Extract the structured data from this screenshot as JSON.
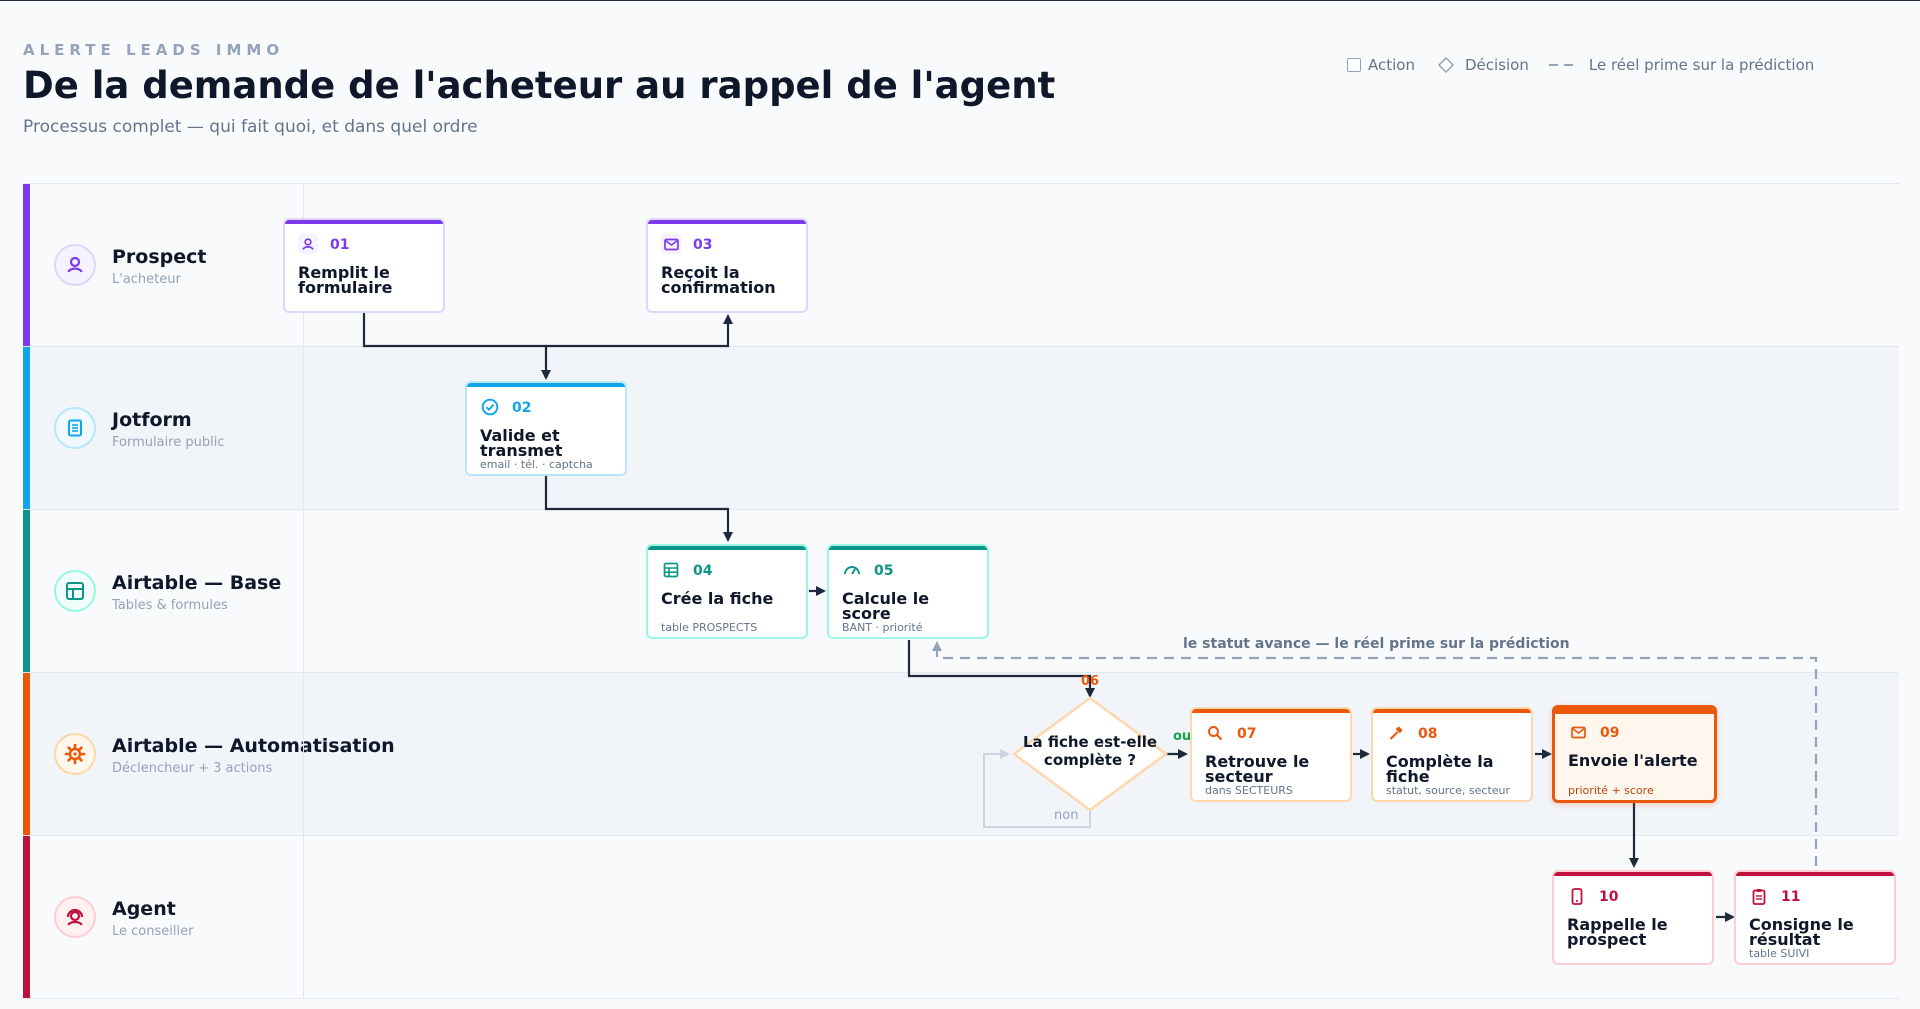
{
  "header": {
    "eyebrow": "ALERTE LEADS IMMO",
    "title": "De la demande de l'acheteur au rappel de l'agent",
    "subtitle": "Processus complet — qui fait quoi, et dans quel ordre"
  },
  "legend": {
    "action": "Action",
    "decision": "Décision",
    "dashed": "Le réel prime sur la prédiction"
  },
  "lanes": [
    {
      "name": "Prospect",
      "desc": "L'acheteur",
      "color": "#7c3aed",
      "icon": "user-icon"
    },
    {
      "name": "Jotform",
      "desc": "Formulaire public",
      "color": "#0ea5e9",
      "icon": "form-icon"
    },
    {
      "name": "Airtable — Base",
      "desc": "Tables & formules",
      "color": "#0d9488",
      "icon": "table-icon"
    },
    {
      "name": "Airtable — Automatisation",
      "desc": "Déclencheur + 3 actions",
      "color": "#ea580c",
      "icon": "gear-icon"
    },
    {
      "name": "Agent",
      "desc": "Le conseiller",
      "color": "#be123c",
      "icon": "agent-icon"
    }
  ],
  "steps": [
    {
      "num": "01",
      "title": "Remplit le formulaire",
      "sub": "",
      "icon": "user-icon"
    },
    {
      "num": "02",
      "title": "Valide et transmet",
      "sub": "email · tél. · captcha",
      "icon": "check-circle-icon"
    },
    {
      "num": "03",
      "title": "Reçoit la confirmation",
      "sub": "",
      "icon": "mail-icon"
    },
    {
      "num": "04",
      "title": "Crée la fiche",
      "sub": "table PROSPECTS",
      "icon": "table-icon"
    },
    {
      "num": "05",
      "title": "Calcule le score",
      "sub": "BANT · priorité",
      "icon": "gauge-icon"
    },
    {
      "num": "07",
      "title": "Retrouve le secteur",
      "sub": "dans SECTEURS",
      "icon": "search-icon"
    },
    {
      "num": "08",
      "title": "Complète la fiche",
      "sub": "statut, source, secteur",
      "icon": "hammer-icon"
    },
    {
      "num": "09",
      "title": "Envoie l'alerte",
      "sub": "priorité + score",
      "icon": "mail-icon"
    },
    {
      "num": "10",
      "title": "Rappelle le prospect",
      "sub": "",
      "icon": "phone-icon"
    },
    {
      "num": "11",
      "title": "Consigne le résultat",
      "sub": "table SUIVI",
      "icon": "clipboard-icon"
    }
  ],
  "decision": {
    "num": "06",
    "text": "La fiche est-elle complète ?",
    "yes": "oui",
    "no": "non"
  },
  "feedback_label": "le statut avance — le réel prime sur la prédiction",
  "colors": {
    "prospect": "#7c3aed",
    "jotform": "#0ea5e9",
    "base": "#0d9488",
    "automation": "#ea580c",
    "agent": "#be123c",
    "connector": "#1e293b",
    "dashed": "#94a3b8"
  }
}
